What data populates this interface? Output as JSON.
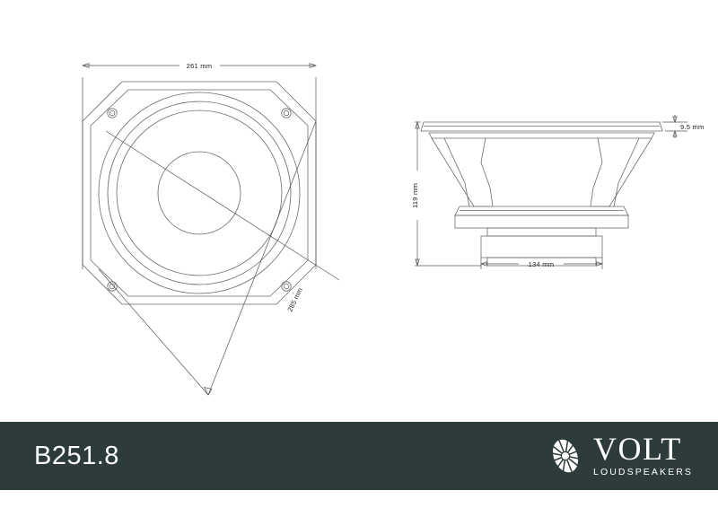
{
  "document": {
    "type": "technical-drawing",
    "subject": "loudspeaker-driver",
    "background_color": "#ffffff",
    "line_color": "#6b6b6b"
  },
  "footer": {
    "background_color": "#2e3b3b",
    "text_color": "#ffffff",
    "model_label": "B251.8",
    "brand": {
      "name": "VOLT",
      "tagline": "LOUDSPEAKERS",
      "mark_icon": "speaker-cone-logo-icon"
    }
  },
  "views": {
    "front": {
      "name": "front-view",
      "dimensions": {
        "width_across_flats": "261 mm",
        "diagonal": "285 mm"
      },
      "features": {
        "chassis_shape": "octagonal",
        "mounting_holes": 4,
        "concentric_rings": 4
      }
    },
    "side": {
      "name": "side-section-view",
      "dimensions": {
        "flange_thickness": "9.5 mm",
        "overall_depth": "119 mm",
        "magnet_diameter": "134 mm"
      },
      "features": {
        "basket_legs": 4,
        "magnet_assembly_plates": 3
      }
    }
  },
  "labels": {
    "front_width": "261 mm",
    "front_diagonal": "285 mm",
    "side_flange": "9.5 mm",
    "side_depth": "119 mm",
    "magnet_width": "134 mm"
  }
}
